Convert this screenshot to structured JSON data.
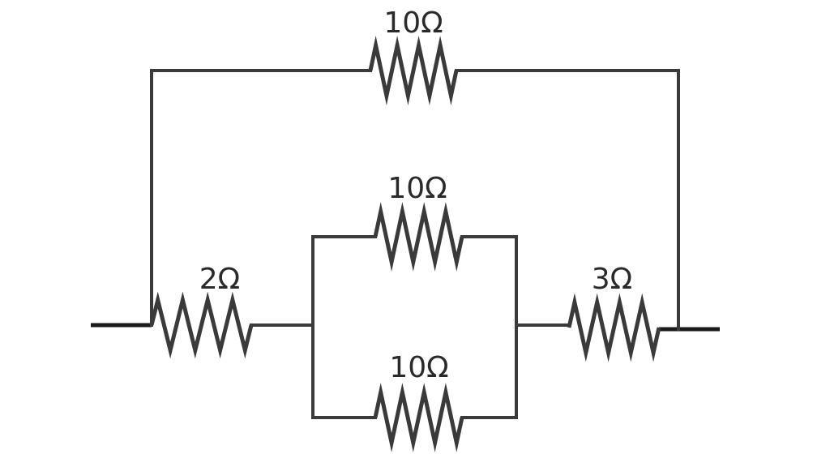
{
  "colors": {
    "wire": "#3a3a3a",
    "terminal": "#1a1a1a",
    "text": "#2a2a2a"
  },
  "resistors": {
    "top": {
      "label": "10Ω"
    },
    "parallel_upper": {
      "label": "10Ω"
    },
    "parallel_lower": {
      "label": "10Ω"
    },
    "left_series": {
      "label": "2Ω"
    },
    "right_series": {
      "label": "3Ω"
    }
  }
}
